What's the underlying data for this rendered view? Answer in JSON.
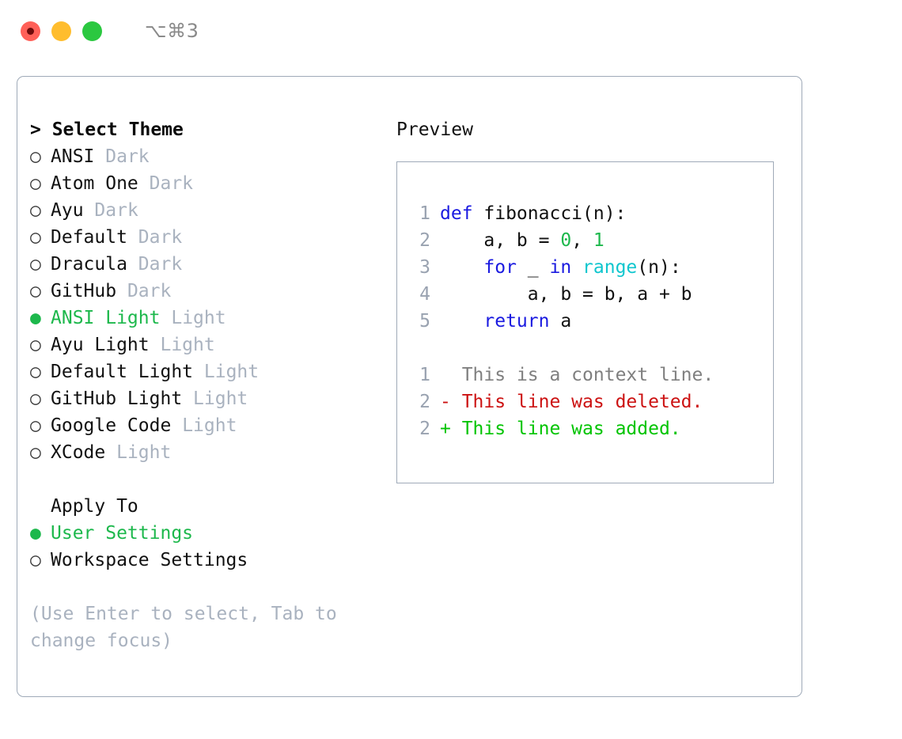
{
  "window": {
    "shortcut_label": "⌥⌘3",
    "traffic_lights": [
      {
        "name": "close",
        "color": "#FF6058"
      },
      {
        "name": "minimize",
        "color": "#FFBD2E"
      },
      {
        "name": "maximize",
        "color": "#2BC840"
      }
    ]
  },
  "colors": {
    "accent_green": "#1DB84C",
    "muted": "#A9B2BF",
    "border": "#9FAAB8",
    "keyword_blue": "#1A1AE0",
    "function_cyan": "#0FC6CE",
    "number_green": "#1DB84C",
    "diff_delete_red": "#CC1212",
    "diff_add_green": "#00C400",
    "diff_context_gray": "#7F7F7F",
    "lineno_gray": "#99A2B0",
    "text": "#111111"
  },
  "theme_list": {
    "header": "> Select Theme",
    "bullet_selected": "●",
    "bullet_unselected": "○",
    "items": [
      {
        "label": "ANSI",
        "badge": "Dark",
        "selected": false
      },
      {
        "label": "Atom One",
        "badge": "Dark",
        "selected": false
      },
      {
        "label": "Ayu",
        "badge": "Dark",
        "selected": false
      },
      {
        "label": "Default",
        "badge": "Dark",
        "selected": false
      },
      {
        "label": "Dracula",
        "badge": "Dark",
        "selected": false
      },
      {
        "label": "GitHub",
        "badge": "Dark",
        "selected": false
      },
      {
        "label": "ANSI Light",
        "badge": "Light",
        "selected": true
      },
      {
        "label": "Ayu Light",
        "badge": "Light",
        "selected": false
      },
      {
        "label": "Default Light",
        "badge": "Light",
        "selected": false
      },
      {
        "label": "GitHub Light",
        "badge": "Light",
        "selected": false
      },
      {
        "label": "Google Code",
        "badge": "Light",
        "selected": false
      },
      {
        "label": "XCode",
        "badge": "Light",
        "selected": false
      }
    ]
  },
  "apply_to": {
    "title": "Apply To",
    "items": [
      {
        "label": "User Settings",
        "selected": true
      },
      {
        "label": "Workspace Settings",
        "selected": false
      }
    ]
  },
  "hint": "(Use Enter to select, Tab to change focus)",
  "preview": {
    "title": "Preview",
    "code_lines": [
      {
        "lineno": "1",
        "tokens": [
          {
            "text": "def ",
            "type": "kw"
          },
          {
            "text": "fibonacci(n):",
            "type": "plain"
          }
        ]
      },
      {
        "lineno": "2",
        "tokens": [
          {
            "text": "    a, b = ",
            "type": "plain"
          },
          {
            "text": "0",
            "type": "num"
          },
          {
            "text": ", ",
            "type": "plain"
          },
          {
            "text": "1",
            "type": "num"
          }
        ]
      },
      {
        "lineno": "3",
        "tokens": [
          {
            "text": "    ",
            "type": "plain"
          },
          {
            "text": "for",
            "type": "kw"
          },
          {
            "text": " _ ",
            "type": "plain"
          },
          {
            "text": "in",
            "type": "kw"
          },
          {
            "text": " ",
            "type": "plain"
          },
          {
            "text": "range",
            "type": "fn"
          },
          {
            "text": "(n):",
            "type": "plain"
          }
        ]
      },
      {
        "lineno": "4",
        "tokens": [
          {
            "text": "        a, b = b, a + b",
            "type": "plain"
          }
        ]
      },
      {
        "lineno": "5",
        "tokens": [
          {
            "text": "    ",
            "type": "plain"
          },
          {
            "text": "return",
            "type": "kw"
          },
          {
            "text": " a",
            "type": "plain"
          }
        ]
      }
    ],
    "diff_lines": [
      {
        "lineno": "1",
        "marker": " ",
        "text": " This is a context line.",
        "kind": "ctx"
      },
      {
        "lineno": "2",
        "marker": "-",
        "text": " This line was deleted.",
        "kind": "del"
      },
      {
        "lineno": "2",
        "marker": "+",
        "text": " This line was added.",
        "kind": "add"
      }
    ]
  }
}
